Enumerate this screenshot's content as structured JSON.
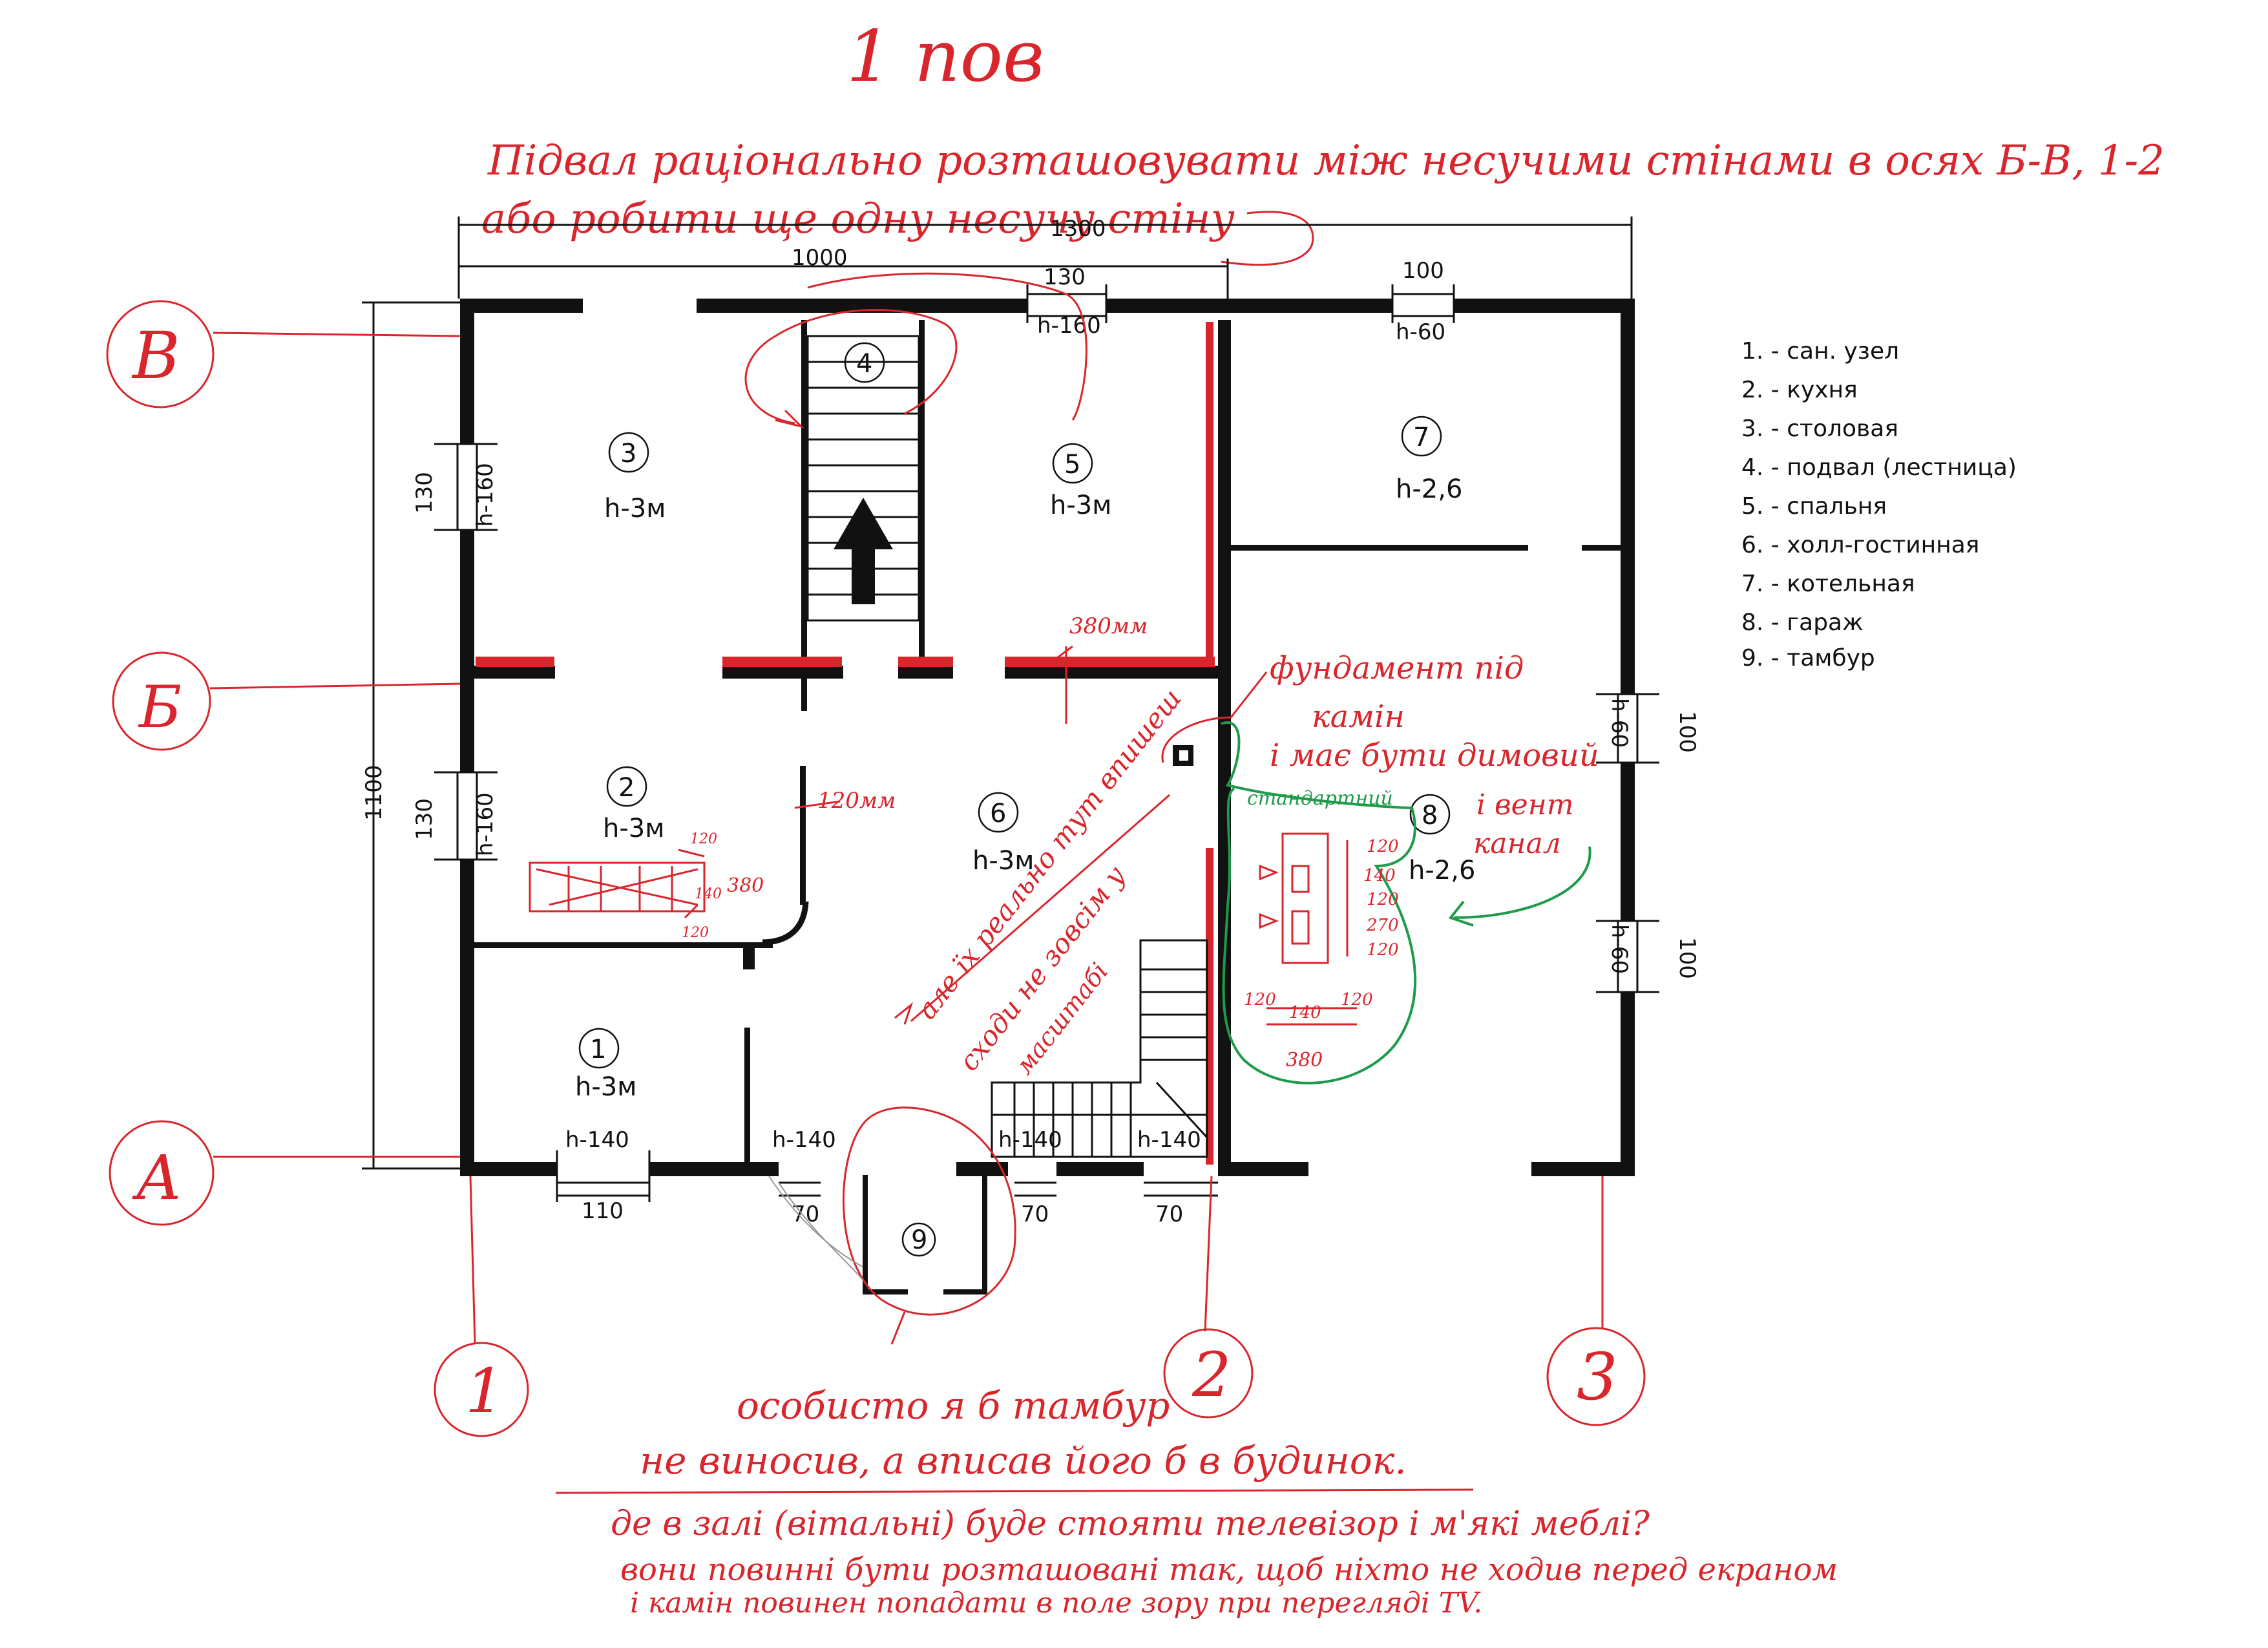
{
  "title": "1 пов",
  "notes": {
    "top_line1": "Підвал раціонально розташовувати між несучими стінами в осях Б-В, 1-2",
    "top_line2": "або робити ще одну несучу стіну",
    "fireplace_foundation_1": "фундамент під",
    "fireplace_foundation_2": "камін",
    "chimney_1": "і має бути димовий",
    "chimney_2": "і вент",
    "chimney_3": "канал",
    "standard": "стандартний",
    "stairs_1": "але їх реально тут впишеш",
    "stairs_2": "сходи не зовсім у",
    "stairs_3": "масштабі",
    "tambour_1": "особисто я б тамбур",
    "tambour_2": "не виносив, а вписав його б в будинок.",
    "tv_1": "де в залі (вітальні) буде стояти телевізор і м'які меблі?",
    "tv_2": "вони повинні бути розташовані так, щоб ніхто не ходив перед екраном",
    "tv_3": "і камін повинен попадати в поле зору при перегляді TV.",
    "r380": "380мм",
    "r120": "120мм"
  },
  "dims": {
    "overall": "1300",
    "left_part": "1000",
    "w130_top": "130",
    "w100_top": "100",
    "h160_top": "h-160",
    "h60_top": "h-60",
    "height": "1100",
    "w130_left1": "130",
    "h160_left1": "h-160",
    "w130_left2": "130",
    "h160_left2": "h-160",
    "w100_right1": "100",
    "h60_right1": "h-60",
    "w100_right2": "100",
    "h60_right2": "h-60",
    "h140_a": "h-140",
    "w110": "110",
    "h140_b": "h-140",
    "w70_b": "70",
    "h140_c": "h-140",
    "w70_c": "70",
    "h140_d": "h-140",
    "w70_d": "70",
    "fp_120a": "120",
    "fp_140": "140",
    "fp_120b": "120",
    "fp_270": "270",
    "fp_120c": "120",
    "fp_b120a": "120",
    "fp_b140": "140",
    "fp_b120b": "120",
    "fp_b380": "380",
    "k120a": "120",
    "k140": "140",
    "k380": "380",
    "k120b": "120"
  },
  "axes": {
    "V": "В",
    "B": "Б",
    "A": "А",
    "n1": "1",
    "n2": "2",
    "n3": "3"
  },
  "rooms": [
    {
      "num": "1",
      "h": "h-3м"
    },
    {
      "num": "2",
      "h": "h-3м"
    },
    {
      "num": "3",
      "h": "h-3м"
    },
    {
      "num": "4",
      "h": ""
    },
    {
      "num": "5",
      "h": "h-3м"
    },
    {
      "num": "6",
      "h": "h-3м"
    },
    {
      "num": "7",
      "h": "h-2,6"
    },
    {
      "num": "8",
      "h": "h-2,6"
    },
    {
      "num": "9",
      "h": ""
    }
  ],
  "legend": [
    "1. - сан. узел",
    "2. - кухня",
    "3. - столовая",
    "4. - подвал (лестница)",
    "5. - спальня",
    "6. - холл-гостинная",
    "7. - котельная",
    "8. - гараж",
    "9. - тамбур"
  ],
  "colors": {
    "wall": "#111111",
    "annotation_red": "#d8262c",
    "annotation_green": "#1d9b4a"
  }
}
